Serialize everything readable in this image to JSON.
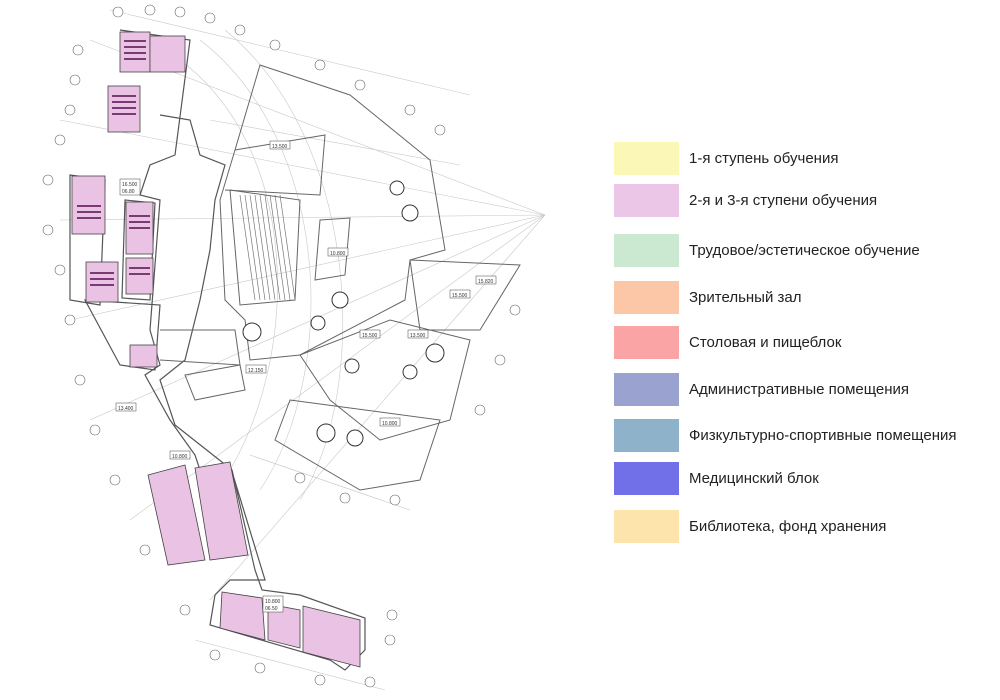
{
  "legend": {
    "items": [
      {
        "label": "1-я ступень обучения",
        "color": "#fbf7b6"
      },
      {
        "label": "2-я и 3-я ступени обучения",
        "color": "#ecc6e6"
      },
      {
        "label": "Трудовое/эстетическое обучение",
        "color": "#cbe8d0"
      },
      {
        "label": "Зрительный зал",
        "color": "#fbc7a6"
      },
      {
        "label": "Столовая и пищеблок",
        "color": "#fba4a6"
      },
      {
        "label": "Административные помещения",
        "color": "#9aa2cf"
      },
      {
        "label": "Физкультурно-спортивные помещения",
        "color": "#8db2c9"
      },
      {
        "label": "Медицинский блок",
        "color": "#7270e8"
      },
      {
        "label": "Библиотека, фонд хранения",
        "color": "#fde4ad"
      }
    ]
  },
  "plan": {
    "level_labels": [
      "13.500",
      "16.500\n06.80",
      "10.800",
      "15.820",
      "15.500",
      "15.500",
      "13.500",
      "12.150",
      "13.400",
      "10.800",
      "10.800",
      "10.800\n06.50"
    ],
    "room_color": "#e9c2e4"
  }
}
